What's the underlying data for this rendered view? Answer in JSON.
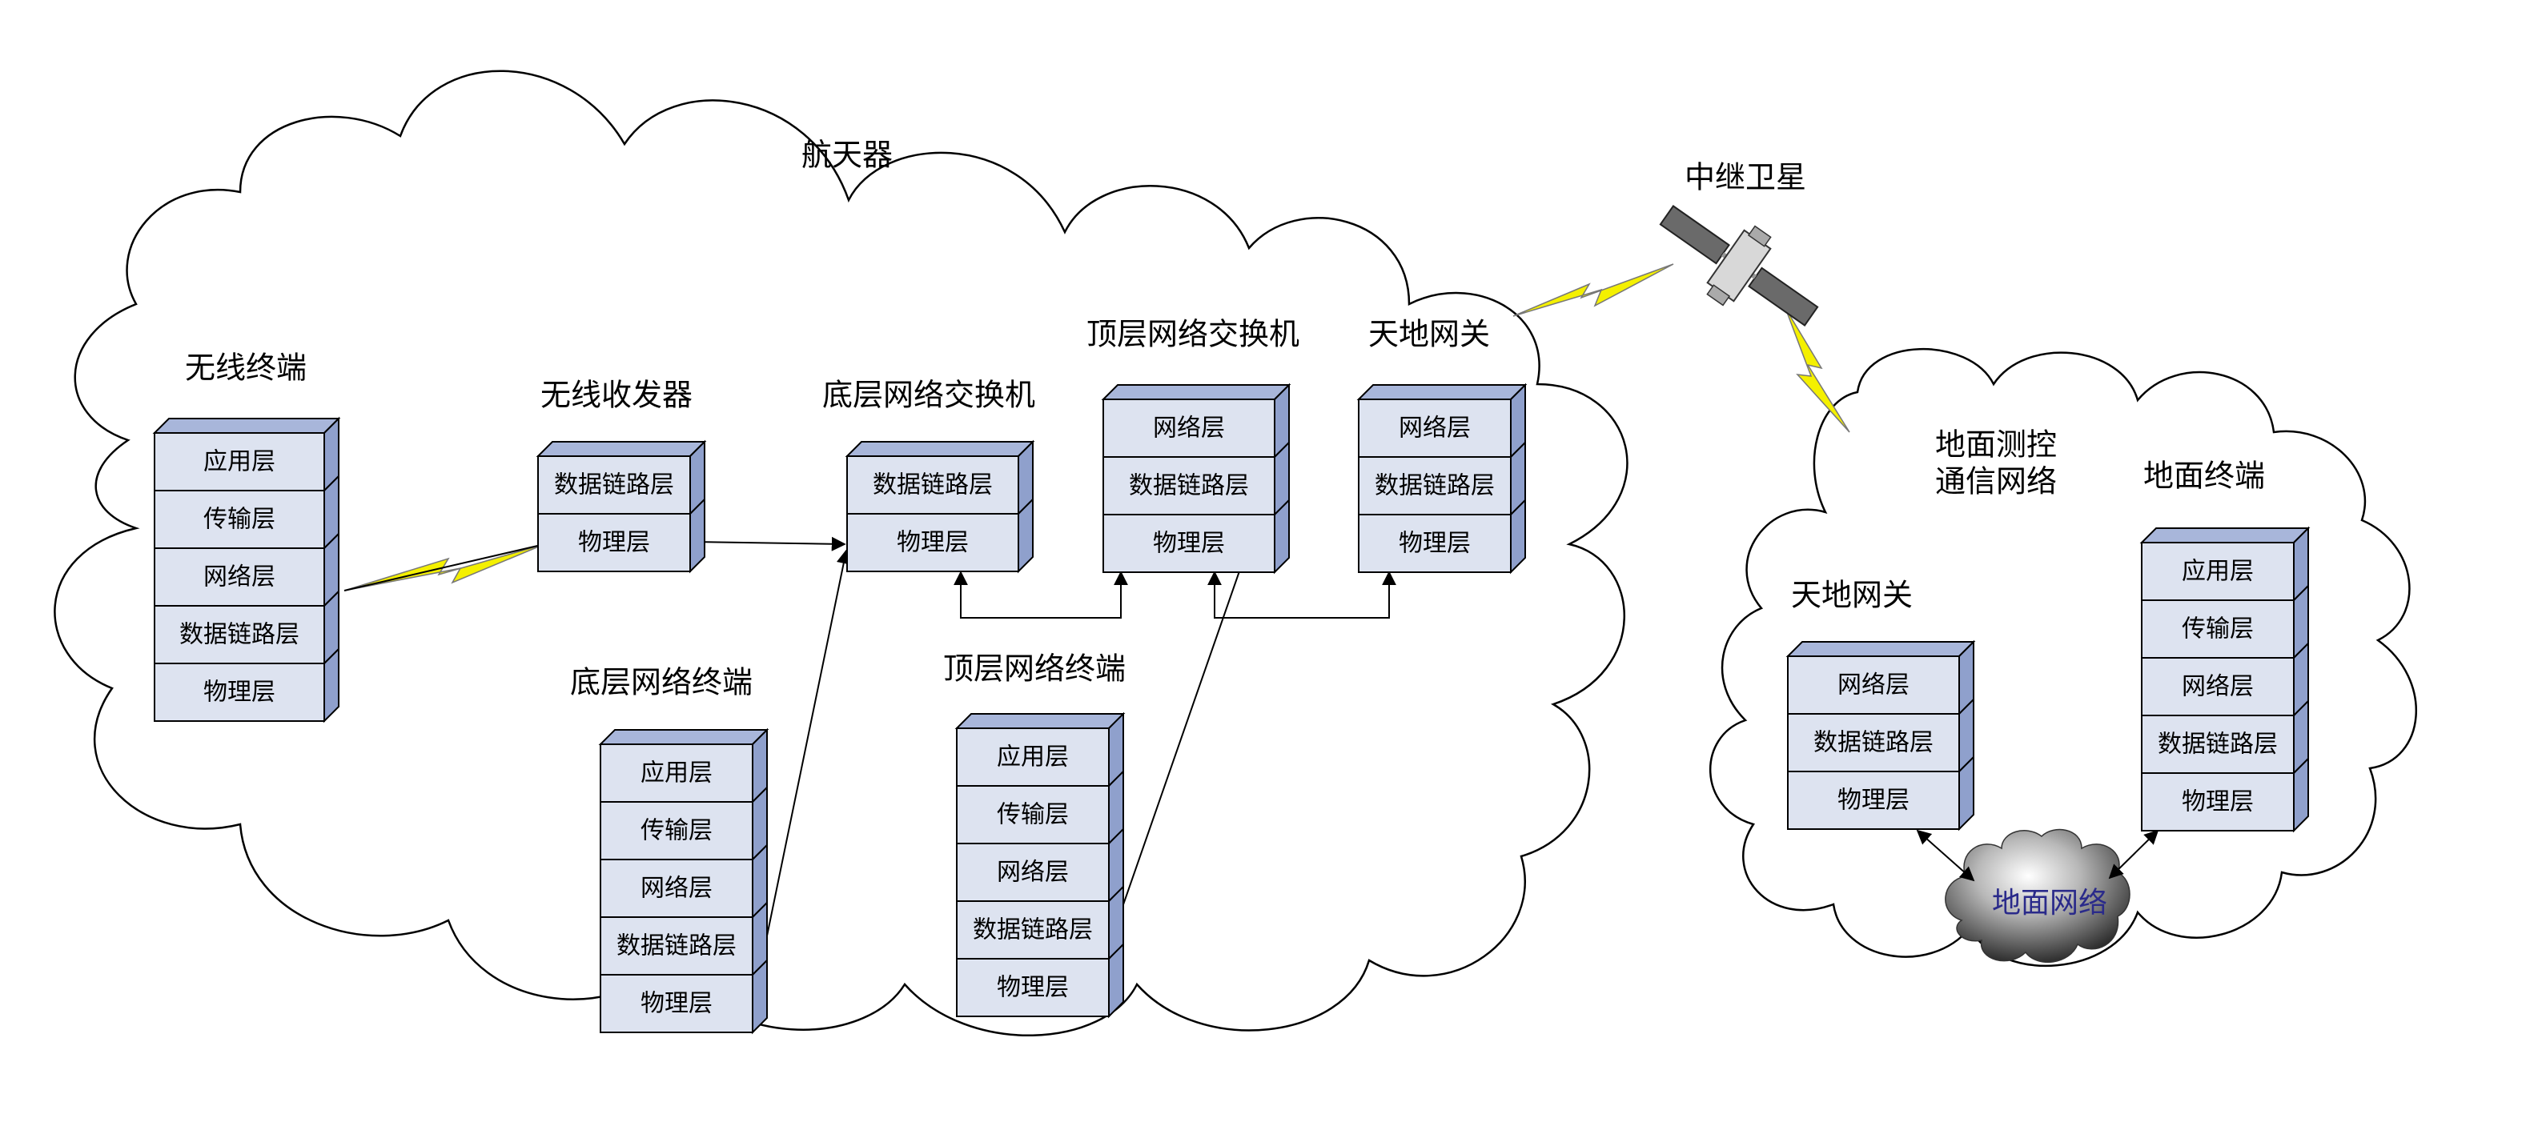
{
  "colors": {
    "layer_fill": "#dde3f0",
    "side_fill": "#8fa0cc",
    "top_fill": "#a8b6da",
    "lightning": "#f4f000",
    "cloud_stroke": "#000000",
    "cloud_text": "#2a2a8a"
  },
  "spacecraft": {
    "title": "航天器",
    "wireless_terminal": {
      "label": "无线终端",
      "layers": [
        "应用层",
        "传输层",
        "网络层",
        "数据链路层",
        "物理层"
      ]
    },
    "wireless_transceiver": {
      "label": "无线收发器",
      "layers": [
        "数据链路层",
        "物理层"
      ]
    },
    "lower_switch": {
      "label": "底层网络交换机",
      "layers": [
        "数据链路层",
        "物理层"
      ]
    },
    "upper_switch": {
      "label": "顶层网络交换机",
      "layers": [
        "网络层",
        "数据链路层",
        "物理层"
      ]
    },
    "gateway": {
      "label": "天地网关",
      "layers": [
        "网络层",
        "数据链路层",
        "物理层"
      ]
    },
    "lower_terminal": {
      "label": "底层网络终端",
      "layers": [
        "应用层",
        "传输层",
        "网络层",
        "数据链路层",
        "物理层"
      ]
    },
    "upper_terminal": {
      "label": "顶层网络终端",
      "layers": [
        "应用层",
        "传输层",
        "网络层",
        "数据链路层",
        "物理层"
      ]
    }
  },
  "relay_satellite": {
    "label": "中继卫星",
    "icon": "satellite-icon"
  },
  "ground": {
    "title_line1": "地面测控",
    "title_line2": "通信网络",
    "gateway": {
      "label": "天地网关",
      "layers": [
        "网络层",
        "数据链路层",
        "物理层"
      ]
    },
    "terminal": {
      "label": "地面终端",
      "layers": [
        "应用层",
        "传输层",
        "网络层",
        "数据链路层",
        "物理层"
      ]
    },
    "ground_network": {
      "label": "地面网络",
      "icon": "storm-cloud-icon"
    }
  }
}
